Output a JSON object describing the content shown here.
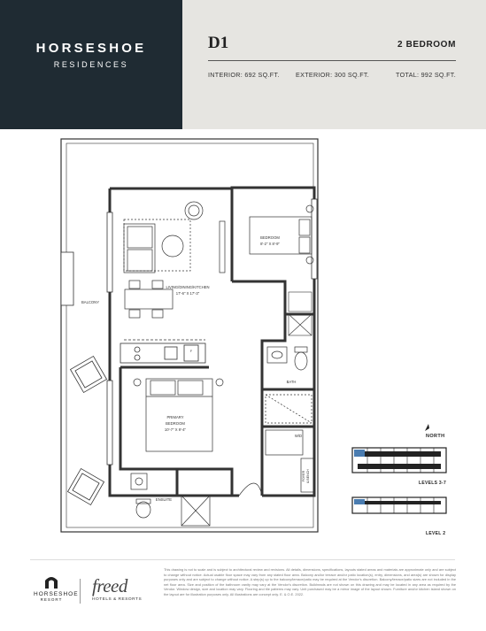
{
  "header": {
    "brand_line1": "HORSESHOE",
    "brand_line2": "RESIDENCES",
    "unit_name": "D1",
    "bedroom_type": "2 BEDROOM",
    "interior": "INTERIOR: 692 SQ.FT.",
    "exterior": "EXTERIOR: 300 SQ.FT.",
    "total": "TOTAL: 992 SQ.FT."
  },
  "colors": {
    "header_dark": "#1f2b33",
    "header_light": "#e6e5e1",
    "wall": "#333333"
  },
  "plan": {
    "living_label": "LIVING/DINING/KITCHEN",
    "living_dims": "17'-6\" X 17'-3\"",
    "bedroom_label": "BEDROOM",
    "bedroom_dims": "8'-2\" X 8'-9\"",
    "primary_label_1": "PRIMARY",
    "primary_label_2": "BEDROOM",
    "primary_dims": "10'-7\" X 9'-4\"",
    "balcony_label": "BALCONY",
    "bath_label": "BATH",
    "ensuite_label": "ENSUITE",
    "wd_label": "W/D",
    "foyer_label_1": "FOYER",
    "foyer_label_2": "& BENCH",
    "fridge_label": "F"
  },
  "keyplan": {
    "north_label": "NORTH",
    "level_1_label": "LEVELS 3-7",
    "level_2_label": "LEVEL 2"
  },
  "footer": {
    "logo1_line1": "HORSESHOE",
    "logo1_line2": "RESORT",
    "logo2_word": "freed",
    "logo2_sub": "HOTELS & RESORTS",
    "disclaimer": "This drawing is not to scale and is subject to architectural review and revisions. All details, dimensions, specifications, layouts stated areas and materials are approximate only and are subject to change without notice. Actual usable floor space may vary from any stated floor area. Balcony and/or terrace and/or patio location(s), entry, dimensions, and area(s) are shown for display purposes only and are subject to change without notice. A step(s) up to the balcony/terrace/patio may be required at the Vendor's discretion. Balcony/terrace/patio sizes are not included in the net floor area. Size and position of the bathroom vanity may vary at the Vendor's discretion. Bulkheads are not shown on this drawing and may be located in any area as required by the Vendor. Window design, size and location may vary. Flooring and tile patterns may vary. Unit purchased may be a mirror image of the layout shown. Furniture and/or kitchen island shown on the layout are for illustration purposes only. All illustrations are concept only. E. & O.E. 2022."
  }
}
